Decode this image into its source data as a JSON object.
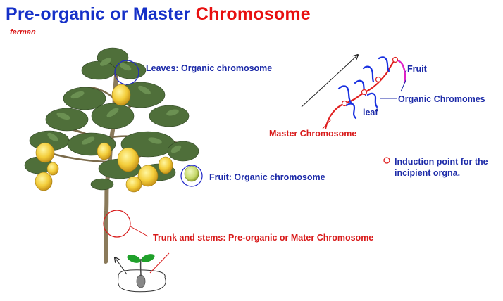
{
  "title": {
    "part1": "Pre-organic  or Master ",
    "part2": "Chromosome"
  },
  "author": "ferman",
  "labels": {
    "leaves": "Leaves: Organic chromosome",
    "fruit": "Fruit: Organic chromosome",
    "trunk": "Trunk and stems: Pre-organic or Mater Chromosome",
    "schema_fruit": "Fruit",
    "schema_organic": "Organic Chromomes",
    "schema_leaf": "leaf",
    "schema_master": "Master Chromosome",
    "induction": "Induction point for the\nincipient orgna."
  },
  "colors": {
    "title_blue": "#1530c8",
    "title_red": "#e81010",
    "label_blue": "#1c2aa8",
    "label_red": "#d81a1a",
    "fruit_magenta": "#e020c8",
    "leaf_blue": "#1830e0"
  }
}
